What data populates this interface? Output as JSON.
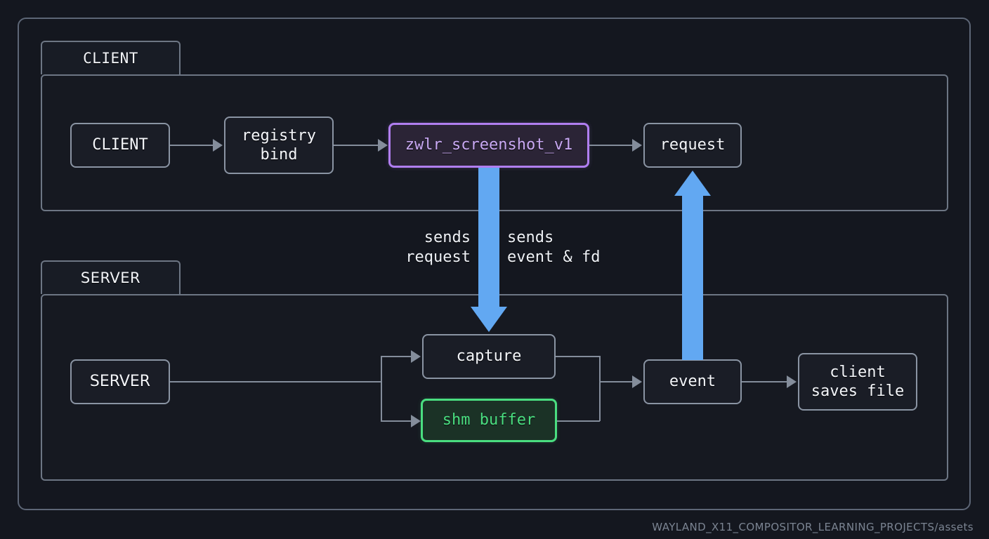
{
  "diagram": {
    "title_footer": "WAYLAND_X11_COMPOSITOR_LEARNING_PROJECTS/assets",
    "colors": {
      "background": "#14171f",
      "frame_border": "#5d6676",
      "section_border": "#6d7684",
      "node_border": "#8a94a3",
      "node_fill": "#1a1d26",
      "text": "#f4f6fa",
      "connector": "#848d9b",
      "accent_blue": "#62a8f2",
      "accent_purple": "#b07ef0",
      "accent_purple_fill": "#2b2436",
      "accent_purple_text": "#c9a9f4",
      "accent_green": "#4ade80",
      "accent_green_fill": "#1b3226",
      "footer_text": "#7b8492"
    },
    "sections": [
      {
        "id": "client",
        "label": "CLIENT"
      },
      {
        "id": "server",
        "label": "SERVER"
      }
    ],
    "nodes": [
      {
        "id": "client_node",
        "label": "CLIENT"
      },
      {
        "id": "registry_bind",
        "label": "registry\nbind"
      },
      {
        "id": "protocol",
        "label": "zwlr_screenshot_v1"
      },
      {
        "id": "request",
        "label": "request"
      },
      {
        "id": "server_node",
        "label": "SERVER"
      },
      {
        "id": "capture",
        "label": "capture"
      },
      {
        "id": "shm_buffer",
        "label": "shm buffer"
      },
      {
        "id": "event",
        "label": "event"
      },
      {
        "id": "client_saves",
        "label": "client\nsaves file"
      }
    ],
    "edge_labels": [
      {
        "id": "sends_request",
        "label": "sends\nrequest"
      },
      {
        "id": "sends_event_and_fd",
        "label": "sends\nevent & fd"
      }
    ]
  }
}
